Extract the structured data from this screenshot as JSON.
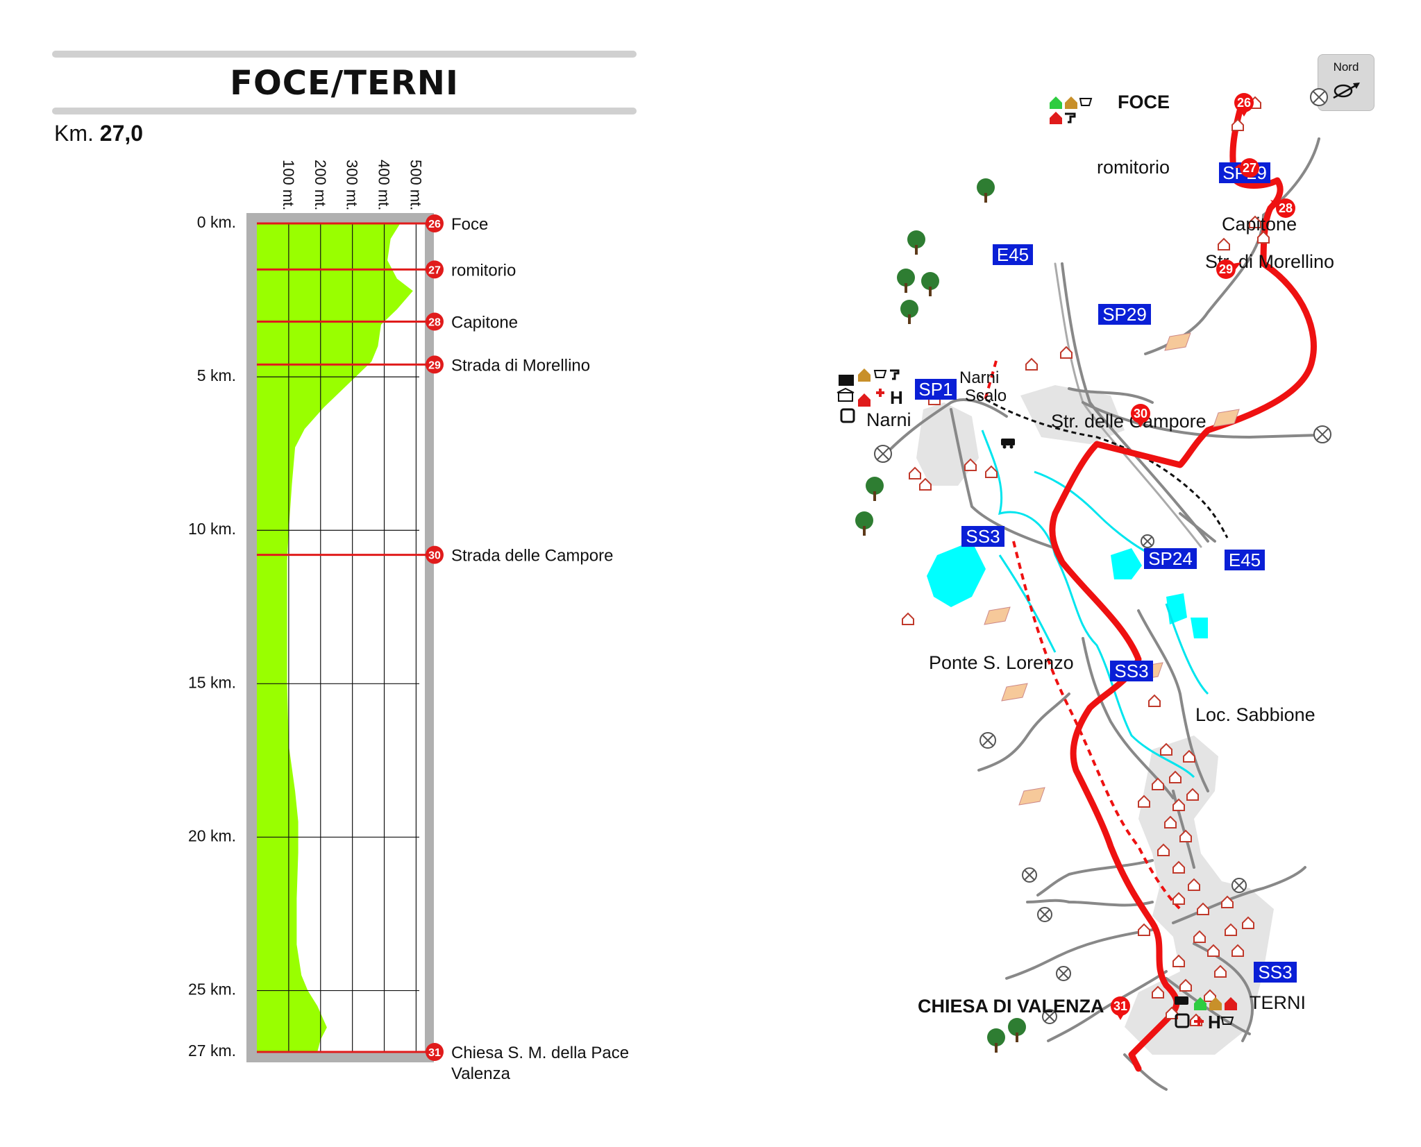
{
  "title": "FOCE/TERNI",
  "distance": {
    "prefix": "Km.",
    "value": "27,0"
  },
  "profile": {
    "y_axis_labels": [
      "0 km.",
      "5 km.",
      "10 km.",
      "15 km.",
      "20 km.",
      "25 km.",
      "27 km."
    ],
    "y_axis_values_km": [
      0,
      5,
      10,
      15,
      20,
      25,
      27
    ],
    "x_axis_labels": [
      "100 mt.",
      "200 mt.",
      "300 mt.",
      "400 mt.",
      "500 mt."
    ],
    "x_axis_values_m": [
      100,
      200,
      300,
      400,
      500
    ],
    "fill_color": "#99ff00",
    "elevation_km_m": [
      [
        0,
        450
      ],
      [
        0.5,
        420
      ],
      [
        1.2,
        410
      ],
      [
        1.8,
        440
      ],
      [
        2.2,
        490
      ],
      [
        2.8,
        440
      ],
      [
        3.3,
        390
      ],
      [
        4.0,
        380
      ],
      [
        4.5,
        360
      ],
      [
        5.3,
        280
      ],
      [
        6.0,
        210
      ],
      [
        6.7,
        150
      ],
      [
        7.3,
        120
      ],
      [
        8.5,
        110
      ],
      [
        10,
        100
      ],
      [
        11,
        95
      ],
      [
        14,
        95
      ],
      [
        15,
        95
      ],
      [
        17,
        100
      ],
      [
        18.5,
        120
      ],
      [
        19.5,
        130
      ],
      [
        20.5,
        130
      ],
      [
        22,
        125
      ],
      [
        23.5,
        125
      ],
      [
        24.5,
        140
      ],
      [
        25.0,
        160
      ],
      [
        25.5,
        190
      ],
      [
        26.2,
        220
      ],
      [
        26.6,
        200
      ],
      [
        27,
        190
      ]
    ],
    "waypoints": [
      {
        "num": "26",
        "km": 0,
        "label": "Foce"
      },
      {
        "num": "27",
        "km": 1.5,
        "label": "romitorio"
      },
      {
        "num": "28",
        "km": 3.2,
        "label": "Capitone"
      },
      {
        "num": "29",
        "km": 4.6,
        "label": "Strada di Morellino"
      },
      {
        "num": "30",
        "km": 10.8,
        "label": "Strada delle Campore"
      },
      {
        "num": "31",
        "km": 27,
        "label": "Chiesa S. M. della Pace",
        "label2": "Valenza"
      }
    ]
  },
  "compass": {
    "label": "Nord"
  },
  "map": {
    "route_color": "#ee1111",
    "places": {
      "foce": "FOCE",
      "romitorio": "romitorio",
      "capitone": "Capitone",
      "morellino": "Str. di Morellino",
      "narni_scalo_1": "Narni",
      "narni_scalo_2": "Scalo",
      "narni": "Narni",
      "campore": "Str. delle Campore",
      "ponte": "Ponte S. Lorenzo",
      "sabbione": "Loc. Sabbione",
      "chiesa": "CHIESA DI VALENZA",
      "terni": "TERNI"
    },
    "road_labels": {
      "sp29_a": "SP29",
      "sp29_b": "SP29",
      "e45_a": "E45",
      "e45_b": "E45",
      "sp1": "SP1",
      "ss3_a": "SS3",
      "ss3_b": "SS3",
      "ss3_c": "SS3",
      "sp24": "SP24"
    },
    "markers": [
      "26",
      "27",
      "28",
      "29",
      "30",
      "31"
    ],
    "service_icons": [
      "house-icon",
      "hostel-icon",
      "cart-icon",
      "tap-icon",
      "castle-icon",
      "museum-icon",
      "red-cross-icon",
      "hospital-icon",
      "bus-icon",
      "train-icon"
    ]
  }
}
